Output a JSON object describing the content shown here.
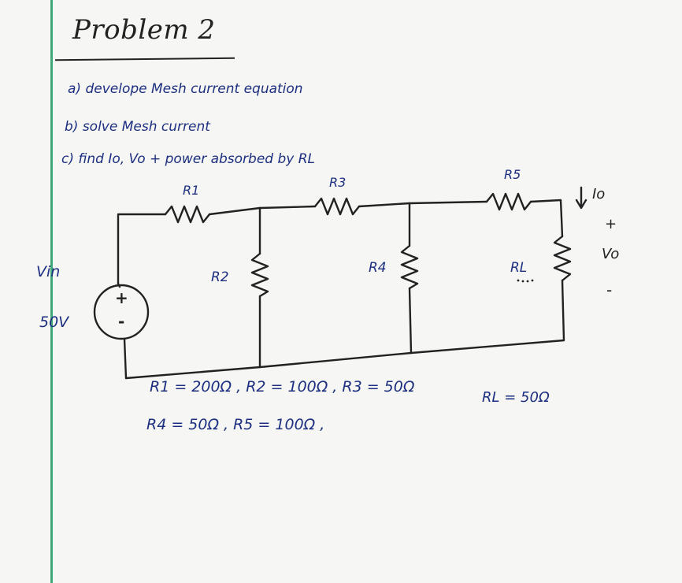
{
  "title": "Problem 2",
  "questions": {
    "a": "a) develope Mesh current equation",
    "b": "b) solve Mesh current",
    "c": "c) find Io, Vo + power absorbed by RL"
  },
  "source": {
    "name": "Vin",
    "value": "50V",
    "plus": "+",
    "minus": "-"
  },
  "labels": {
    "r1": "R1",
    "r2": "R2",
    "r3": "R3",
    "r4": "R4",
    "r5": "R5",
    "rl": "RL",
    "io": "Io",
    "vo": "Vo",
    "vo_plus": "+",
    "vo_minus": "-"
  },
  "values": {
    "line1": "R1 = 200Ω , R2 = 100Ω , R3 = 50Ω",
    "line2_rl": "RL = 50Ω",
    "line3": "R4 = 50Ω , R5 = 100Ω ,"
  },
  "colors": {
    "ink_blue": "#1c2f80",
    "ink_dark": "#222222",
    "margin": "#3fa978"
  }
}
